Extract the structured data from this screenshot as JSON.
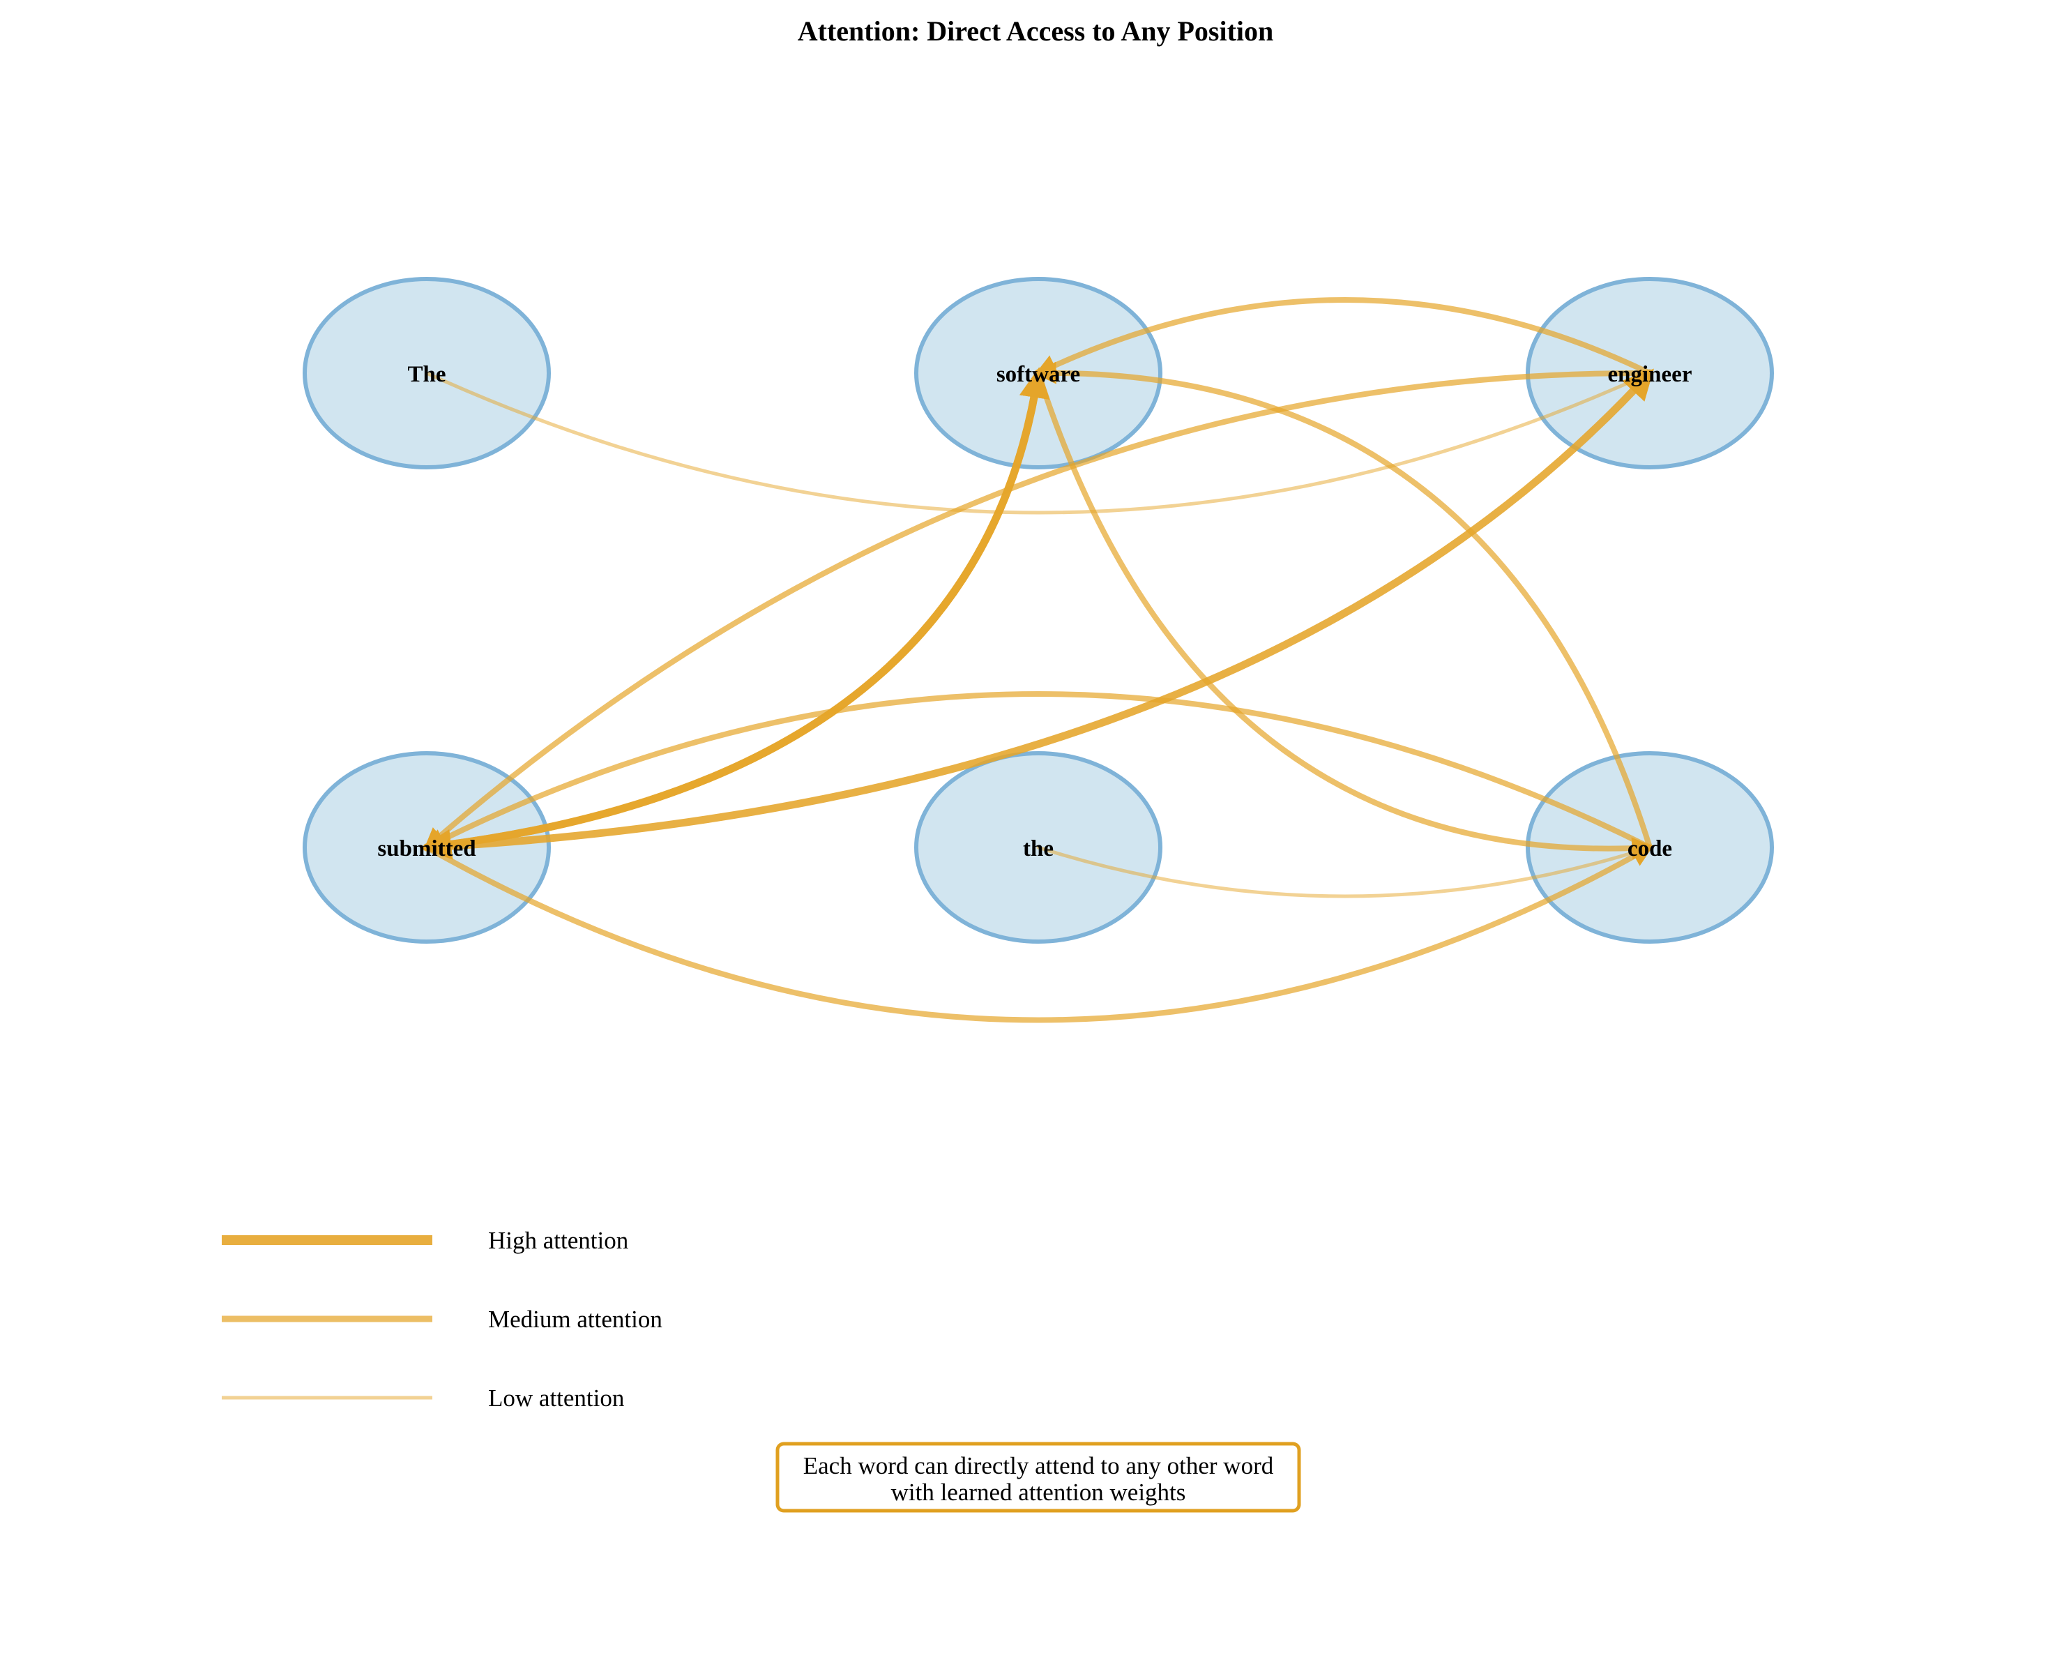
{
  "title": "Attention: Direct Access to Any Position",
  "colors": {
    "node_fill": "#b3d4e6",
    "node_stroke": "#7fb3d8",
    "edge": "#e5a52a",
    "note_border": "#e0a020"
  },
  "nodes": [
    {
      "id": "the_1",
      "label": "The"
    },
    {
      "id": "software",
      "label": "software"
    },
    {
      "id": "engineer",
      "label": "engineer"
    },
    {
      "id": "submitted",
      "label": "submitted"
    },
    {
      "id": "the_2",
      "label": "the"
    },
    {
      "id": "code",
      "label": "code"
    }
  ],
  "edges": [
    {
      "from": "the_1",
      "to": "engineer",
      "strength": "low"
    },
    {
      "from": "engineer",
      "to": "software",
      "strength": "medium"
    },
    {
      "from": "software",
      "to": "code",
      "strength": "medium"
    },
    {
      "from": "code",
      "to": "software",
      "strength": "medium"
    },
    {
      "from": "engineer",
      "to": "submitted",
      "strength": "medium"
    },
    {
      "from": "software",
      "to": "submitted",
      "strength": "high"
    },
    {
      "from": "submitted",
      "to": "software",
      "strength": "high"
    },
    {
      "from": "submitted",
      "to": "engineer",
      "strength": "high"
    },
    {
      "from": "code",
      "to": "submitted",
      "strength": "medium"
    },
    {
      "from": "submitted",
      "to": "code",
      "strength": "medium"
    },
    {
      "from": "the_2",
      "to": "code",
      "strength": "low"
    }
  ],
  "legend": [
    {
      "strength": "high",
      "label": "High attention"
    },
    {
      "strength": "medium",
      "label": "Medium attention"
    },
    {
      "strength": "low",
      "label": "Low attention"
    }
  ],
  "note": {
    "line1": "Each word can directly attend to any other word",
    "line2": "with learned attention weights"
  }
}
